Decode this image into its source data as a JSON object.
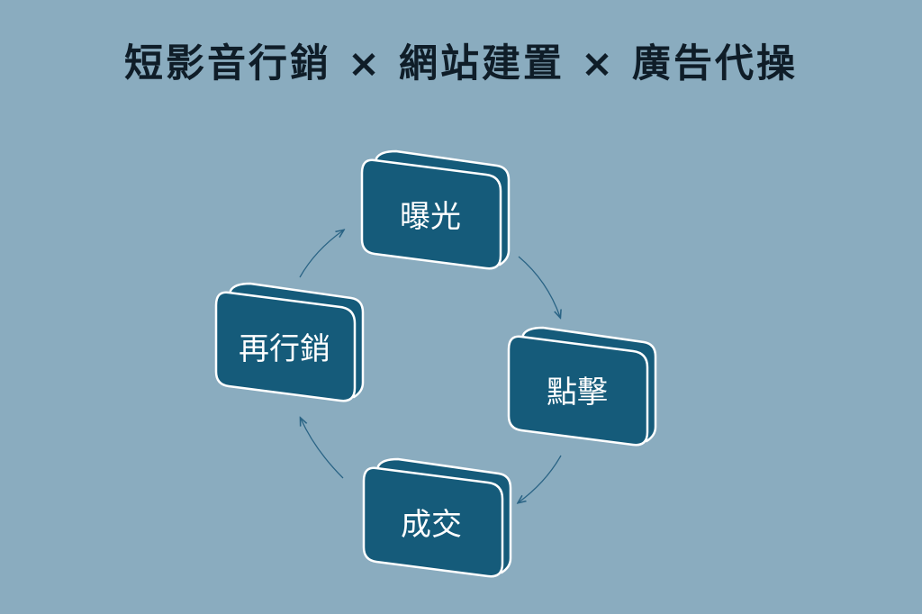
{
  "title": "短影音行銷 × 網站建置 × 廣告代操",
  "colors": {
    "background": "#8aacbf",
    "box_fill": "#155b7a",
    "box_stroke": "#ffffff",
    "arrow": "#2a6485",
    "title": "#0f1d28"
  },
  "diagram": {
    "type": "cycle",
    "nodes": [
      {
        "id": "exposure",
        "label": "曝光"
      },
      {
        "id": "click",
        "label": "點擊"
      },
      {
        "id": "conversion",
        "label": "成交"
      },
      {
        "id": "remarketing",
        "label": "再行銷"
      }
    ],
    "edges": [
      {
        "from": "exposure",
        "to": "click"
      },
      {
        "from": "click",
        "to": "conversion"
      },
      {
        "from": "conversion",
        "to": "remarketing"
      },
      {
        "from": "remarketing",
        "to": "exposure"
      }
    ]
  }
}
